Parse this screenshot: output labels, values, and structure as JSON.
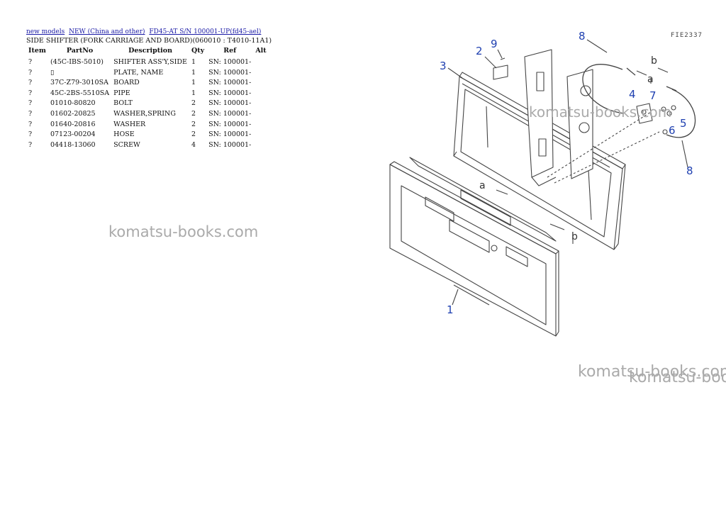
{
  "breadcrumb": [
    {
      "label": "new models"
    },
    {
      "label": "NEW (China and other)"
    },
    {
      "label": "FD45-AT S/N 100001-UP(fd45-ael)"
    }
  ],
  "subtitle": "SIDE SHIFTER (FORK CARRIAGE AND BOARD)(060010 : T4010-11A1)",
  "table": {
    "headers": [
      "Item",
      "PartNo",
      "Description",
      "Qty",
      "Ref",
      "Alt"
    ],
    "rows": [
      {
        "item": "?",
        "partno": "(45C-IBS-5010)",
        "desc": "SHIFTER ASS'Y,SIDE",
        "qty": "1",
        "ref": "SN: 100001-",
        "alt": ""
      },
      {
        "item": "?",
        "partno": "▯",
        "desc": "PLATE, NAME",
        "qty": "1",
        "ref": "SN: 100001-",
        "alt": ""
      },
      {
        "item": "?",
        "partno": "37C-Z79-3010SA",
        "desc": "BOARD",
        "qty": "1",
        "ref": "SN: 100001-",
        "alt": ""
      },
      {
        "item": "?",
        "partno": "45C-2BS-5510SA",
        "desc": "PIPE",
        "qty": "1",
        "ref": "SN: 100001-",
        "alt": ""
      },
      {
        "item": "?",
        "partno": "01010-80820",
        "desc": "BOLT",
        "qty": "2",
        "ref": "SN: 100001-",
        "alt": ""
      },
      {
        "item": "?",
        "partno": "01602-20825",
        "desc": "WASHER,SPRING",
        "qty": "2",
        "ref": "SN: 100001-",
        "alt": ""
      },
      {
        "item": "?",
        "partno": "01640-20816",
        "desc": "WASHER",
        "qty": "2",
        "ref": "SN: 100001-",
        "alt": ""
      },
      {
        "item": "?",
        "partno": "07123-00204",
        "desc": "HOSE",
        "qty": "2",
        "ref": "SN: 100001-",
        "alt": ""
      },
      {
        "item": "?",
        "partno": "04418-13060",
        "desc": "SCREW",
        "qty": "4",
        "ref": "SN: 100001-",
        "alt": ""
      }
    ]
  },
  "watermark": "komatsu-books.com",
  "figure": {
    "code": "FIE2337",
    "callouts": [
      "1",
      "2",
      "3",
      "4",
      "5",
      "6",
      "7",
      "8",
      "8",
      "9"
    ],
    "labels": [
      "a",
      "b",
      "a",
      "b"
    ]
  },
  "colors": {
    "link": "#1a1aa6",
    "callout": "#1e3fb0",
    "watermark": "#aaaaaa"
  }
}
